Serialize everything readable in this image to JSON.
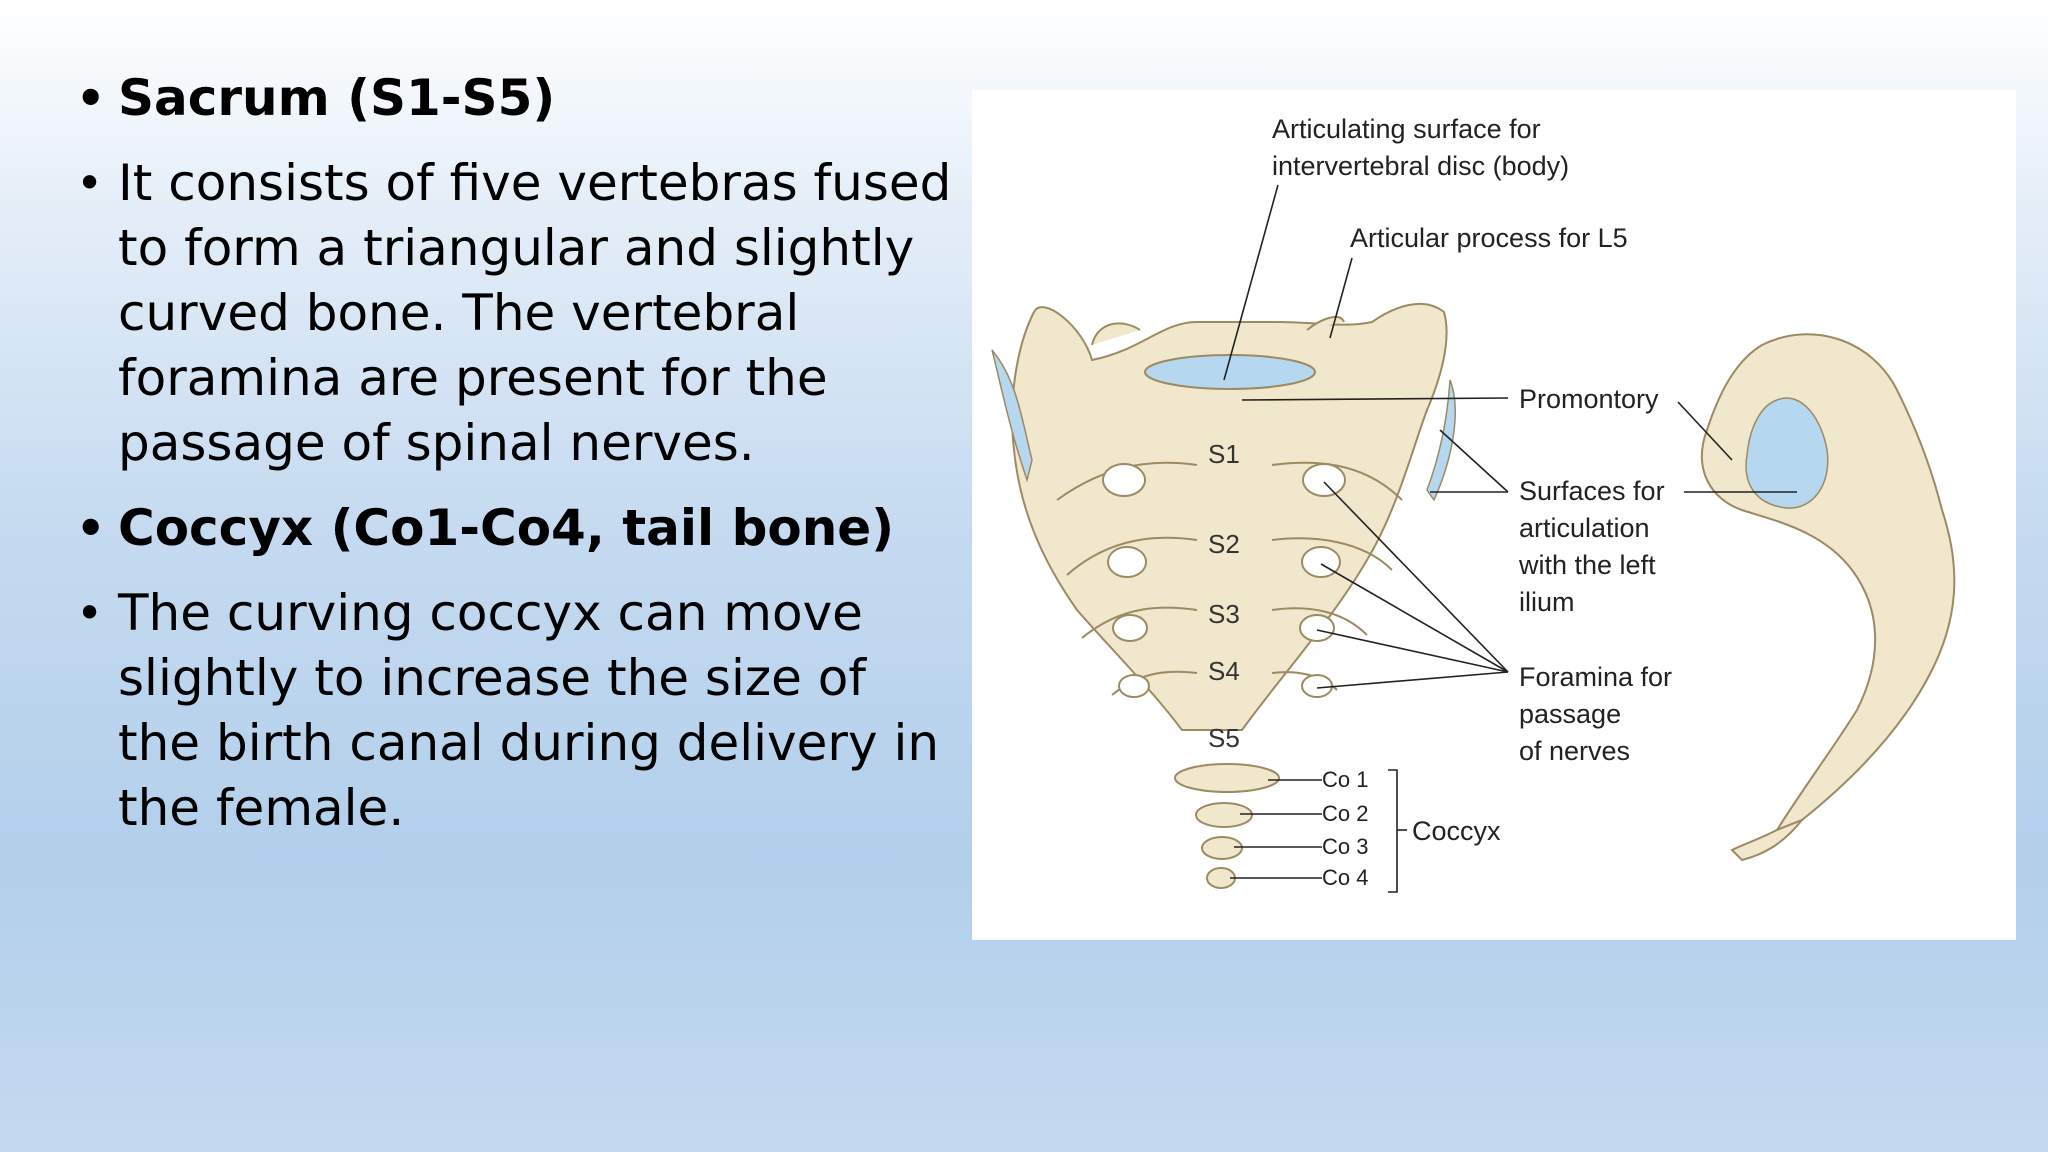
{
  "bullets": [
    {
      "text": "Sacrum (S1-S5)",
      "bold": true
    },
    {
      "text": "It consists of five vertebras fused to form a triangular and slightly curved bone. The vertebral foramina are present for the passage of spinal nerves.",
      "bold": false
    },
    {
      "text": "Coccyx (Co1-Co4, tail bone)",
      "bold": true
    },
    {
      "text": "The curving coccyx can move slightly to increase the size of the birth canal during delivery in the female.",
      "bold": false
    }
  ],
  "figure": {
    "labels": {
      "articulating_line1": "Articulating surface for",
      "articulating_line2": "intervertebral disc (body)",
      "articular_process": "Articular process for L5",
      "promontory": "Promontory",
      "surfaces_line1": "Surfaces for",
      "surfaces_line2": "articulation",
      "surfaces_line3": "with the left",
      "surfaces_line4": "ilium",
      "foramina_line1": "Foramina for",
      "foramina_line2": "passage",
      "foramina_line3": "of nerves",
      "coccyx": "Coccyx"
    },
    "sacral_segments": [
      "S1",
      "S2",
      "S3",
      "S4",
      "S5"
    ],
    "coccygeal_segments": [
      "Co 1",
      "Co 2",
      "Co 3",
      "Co 4"
    ],
    "colors": {
      "bone": "#f1e7cc",
      "bone_outline": "#9c8a62",
      "cartilage": "#b5d8f0"
    }
  }
}
